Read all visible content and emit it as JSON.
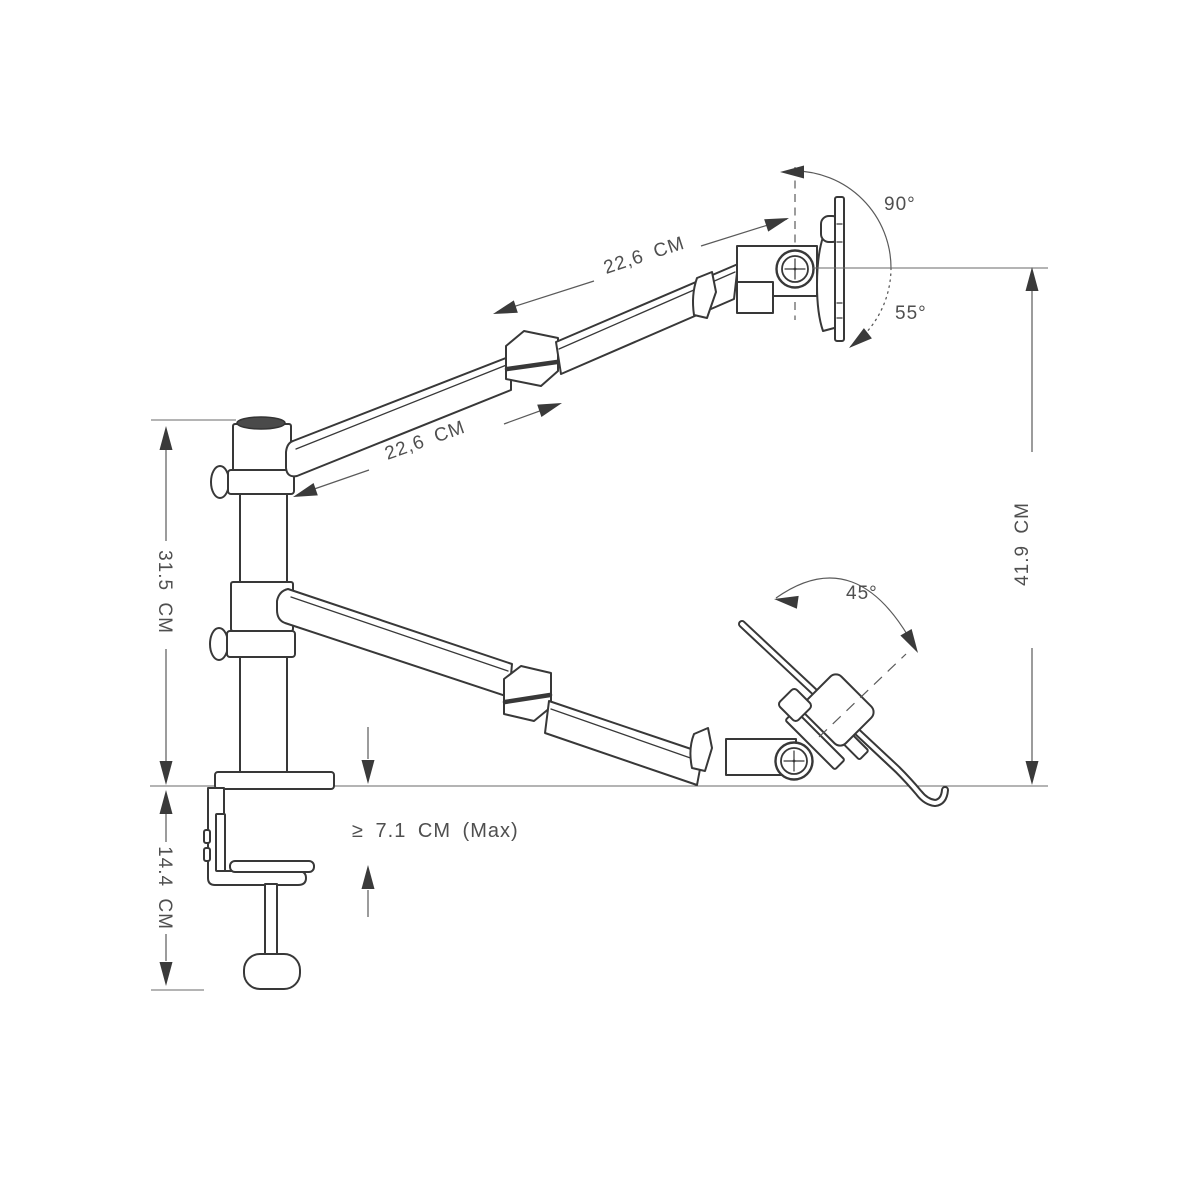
{
  "diagram": {
    "subject": "Side-view technical drawing of a desk-clamp pole mount with articulated monitor arm and tilting laptop tray, annotated with dimensions and rotation angles",
    "labels": {
      "upper_arm_length": "22,6 CM",
      "lower_arm_length": "22,6 CM",
      "pole_height": "31.5 CM",
      "clamp_height": "14.4 CM",
      "overall_height": "41.9 CM",
      "desk_thickness_max": "≥ 7.1 CM (Max)",
      "monitor_swivel_up": "90°",
      "monitor_swivel_down": "55°",
      "tray_tilt": "45°"
    },
    "colors": {
      "outline": "#383838",
      "dimension_line": "#5a5a5a",
      "label_text": "#4f4f4f",
      "pole_cap_fill": "#4a4a4a",
      "background": "#ffffff"
    }
  }
}
